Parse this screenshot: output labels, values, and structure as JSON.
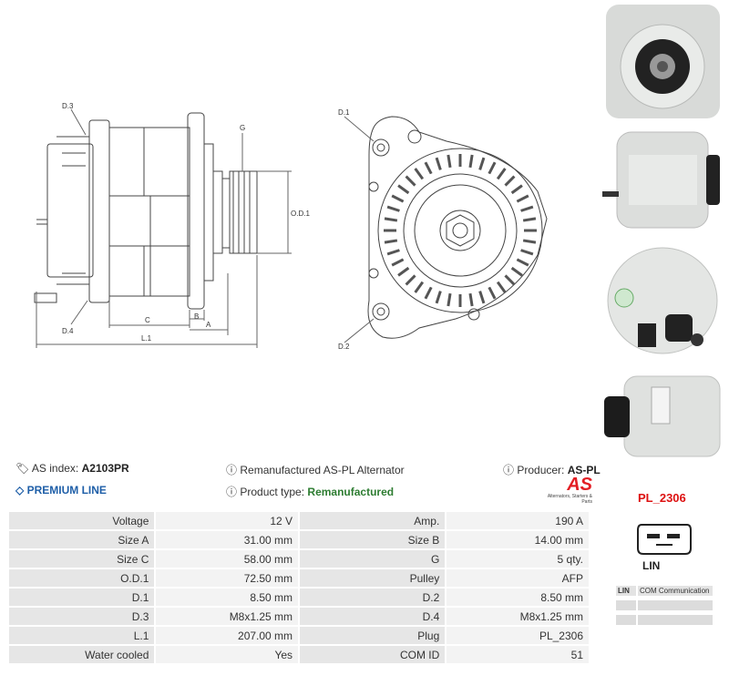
{
  "drawing_labels": {
    "d3": "D.3",
    "d4": "D.4",
    "g": "G",
    "od1": "O.D.1",
    "c": "C",
    "b": "B",
    "a": "A",
    "l1": "L.1",
    "d1": "D.1",
    "d2": "D.2"
  },
  "info": {
    "as_index_label": "AS index:",
    "as_index_value": "A2103PR",
    "premium_line": "PREMIUM LINE",
    "description": "Remanufactured AS-PL Alternator",
    "product_type_label": "Product type:",
    "product_type_value": "Remanufactured",
    "producer_label": "Producer:",
    "producer_value": "AS-PL",
    "logo_text": "AS",
    "logo_tagline": "Alternators, Starters & Parts"
  },
  "specs": [
    [
      "Voltage",
      "12 V",
      "Amp.",
      "190 A"
    ],
    [
      "Size A",
      "31.00 mm",
      "Size B",
      "14.00 mm"
    ],
    [
      "Size C",
      "58.00 mm",
      "G",
      "5 qty."
    ],
    [
      "O.D.1",
      "72.50 mm",
      "Pulley",
      "AFP"
    ],
    [
      "D.1",
      "8.50 mm",
      "D.2",
      "8.50 mm"
    ],
    [
      "D.3",
      "M8x1.25 mm",
      "D.4",
      "M8x1.25 mm"
    ],
    [
      "L.1",
      "207.00 mm",
      "Plug",
      "PL_2306"
    ],
    [
      "Water cooled",
      "Yes",
      "COM ID",
      "51"
    ]
  ],
  "plug": {
    "code": "PL_2306",
    "type": "LIN"
  },
  "com": {
    "rows": [
      {
        "a": "LIN",
        "b": "COM Communication"
      },
      {
        "a": "",
        "b": ""
      },
      {
        "a": "",
        "b": ""
      }
    ]
  },
  "colors": {
    "plug_code": "#dd1111",
    "product_type": "#2e7d32",
    "premium": "#1f5fa8",
    "logo": "#e31e24"
  }
}
